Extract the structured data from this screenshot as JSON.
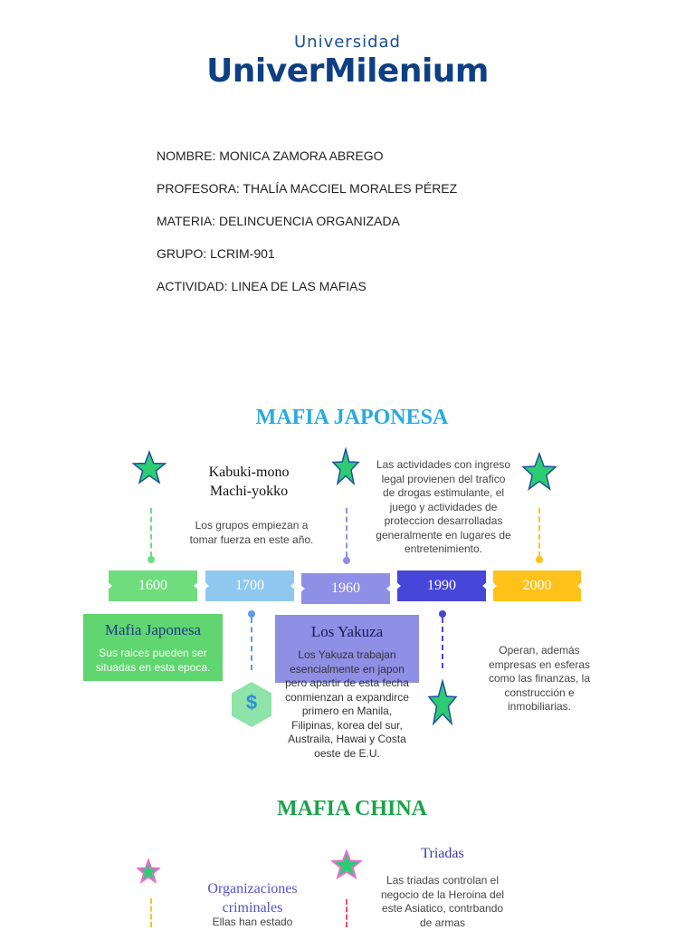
{
  "logo": {
    "top": "Universidad",
    "main": "UniverMilenium"
  },
  "info": [
    "NOMBRE: MONICA ZAMORA ABREGO",
    "PROFESORA: THALÍA MACCIEL MORALES PÉREZ",
    "MATERIA: DELINCUENCIA ORGANIZADA",
    "GRUPO: LCRIM-901",
    "ACTIVIDAD: LINEA DE LAS MAFIAS"
  ],
  "japonesa": {
    "title": "MAFIA JAPONESA",
    "kabuki": [
      "Kabuki-mono",
      "Machi-yokko"
    ],
    "note_1700": "Los grupos empiezan a tomar fuerza en este año.",
    "note_1990": "Las actividades con ingreso legal provienen del trafico de drogas estimulante, el juego y actividades de proteccion desarrolladas generalmente en lugares de entretenimiento.",
    "years": [
      "1600",
      "1700",
      "1960",
      "1990",
      "2000"
    ],
    "card_1600": {
      "title": "Mafia Japonesa",
      "text": "Sus raices pueden ser situadas en esta epoca."
    },
    "dollar": "$",
    "yakuza": {
      "title": "Los Yakuza",
      "text": "Los Yakuza trabajan esencialmente en japon pero apartir de esta fecha conmienzan a expandirce primero en Manila, Filipinas, korea del sur, Austraila, Hawai y Costa oeste de E.U."
    },
    "note_2000": "Operan, además empresas en esferas como las finanzas, la construcción e inmobiliarias."
  },
  "china": {
    "title": "MAFIA CHINA",
    "org_title": "Organizaciones criminales",
    "org_text": "Ellas han estado",
    "triadas_title": "Triadas",
    "triadas_text": "Las triadas controlan el negocio de la Heroina del este Asiatico, contrbando de armas"
  },
  "colors": {
    "logo": "#0f3f83",
    "japonesa_title": "#29a9e0",
    "china_title": "#1aa34a",
    "y1600": "#6fdc7e",
    "y1700": "#8fc8ef",
    "y1960": "#8f8fe6",
    "y1990": "#4646d8",
    "y2000": "#ffc21a",
    "star_green": "#2ecc71",
    "star_pink": "#ee6ad2"
  }
}
